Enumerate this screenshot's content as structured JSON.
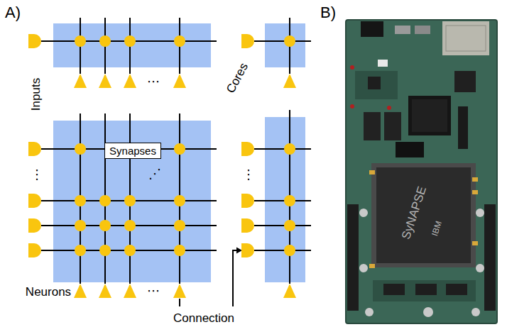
{
  "diagram": {
    "nodes": [
      {
        "text": [
          "Synapses"
        ]
      }
    ],
    "labels": [
      "A)",
      "B)",
      "Inputs",
      "Cores",
      "⋯",
      "⋰",
      "⋮",
      "⋮",
      "⋯",
      "Neurons",
      "Connection",
      "SyNAPSE",
      "IBM"
    ]
  }
}
